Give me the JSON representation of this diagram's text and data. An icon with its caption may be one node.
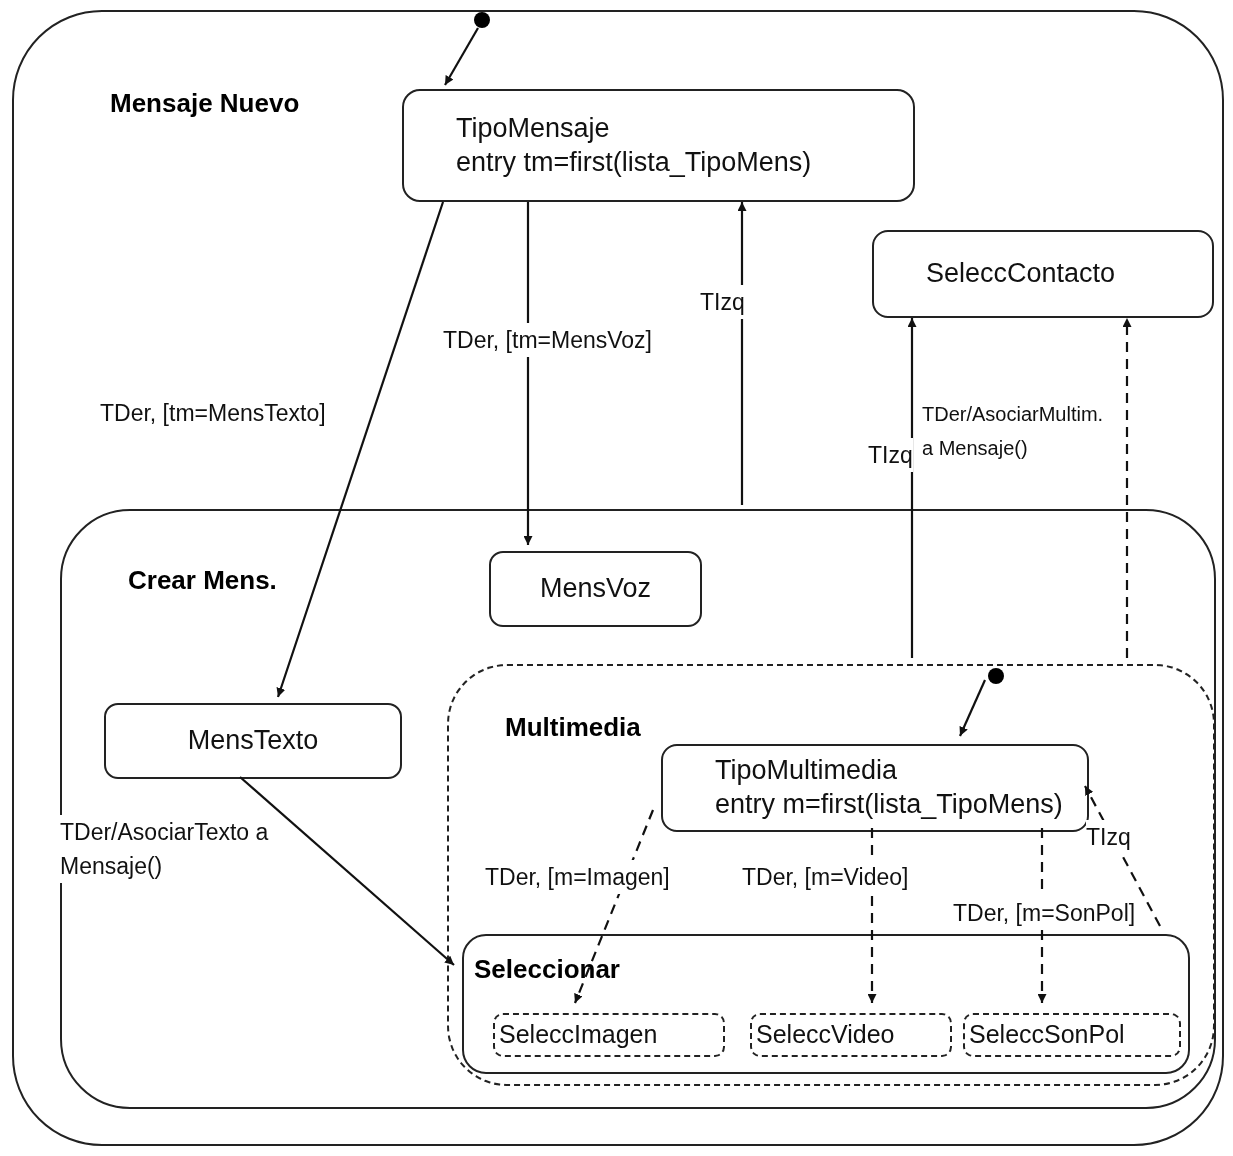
{
  "diagram": {
    "nodes": [
      {
        "text": [
          "Mensaje Nuevo"
        ]
      },
      {
        "text": [],
        "shape": "circle",
        "in": 0
      },
      {
        "text": [
          "TipoMensaje",
          "entry tm=first(lista_TipoMens)"
        ],
        "in": 0
      },
      {
        "text": [
          "SeleccContacto"
        ],
        "in": 0
      },
      {
        "text": [
          "Crear Mens."
        ],
        "in": 0
      },
      {
        "text": [
          "MensVoz"
        ],
        "in": 4
      },
      {
        "text": [
          "MensTexto"
        ],
        "in": 4
      },
      {
        "text": [
          "Multimedia"
        ],
        "in": 4
      },
      {
        "text": [],
        "shape": "circle",
        "in": 7
      },
      {
        "text": [
          "TipoMultimedia",
          "entry m=first(lista_TipoMens)"
        ],
        "in": 7
      },
      {
        "text": [
          "Seleccionar"
        ],
        "in": 7
      },
      {
        "text": [
          "SeleccImagen"
        ],
        "in": 10
      },
      {
        "text": [
          "SeleccVideo"
        ],
        "in": 10
      },
      {
        "text": [
          "SeleccSonPol"
        ],
        "in": 10
      }
    ],
    "edges": [
      {
        "from": 1,
        "to": 2,
        "arrow": "to"
      },
      {
        "from": 2,
        "to": 6,
        "arrow": "to",
        "label": "TDer, [tm=MensTexto]"
      },
      {
        "from": 2,
        "to": 5,
        "arrow": "to",
        "label": "TDer, [tm=MensVoz]"
      },
      {
        "from": 4,
        "to": 2,
        "arrow": "to",
        "label": "TIzq"
      },
      {
        "from": 7,
        "to": 3,
        "arrow": "to",
        "label": "TIzq"
      },
      {
        "from": 7,
        "to": 3,
        "arrow": "to",
        "label": "TDer/AsociarMultim. a Mensaje()",
        "style": "dashed"
      },
      {
        "from": 6,
        "to": 10,
        "arrow": "to",
        "label": "TDer/AsociarTexto a Mensaje()"
      },
      {
        "from": 8,
        "to": 9,
        "arrow": "to"
      },
      {
        "from": 9,
        "to": 11,
        "arrow": "to",
        "label": "TDer, [m=Imagen]",
        "style": "dashed"
      },
      {
        "from": 9,
        "to": 12,
        "arrow": "to",
        "label": "TDer, [m=Video]",
        "style": "dashed"
      },
      {
        "from": 9,
        "to": 13,
        "arrow": "to",
        "label": "TDer, [m=SonPol]",
        "style": "dashed"
      },
      {
        "from": 10,
        "to": 9,
        "arrow": "to",
        "label": "TIzq",
        "style": "dashed"
      }
    ]
  }
}
